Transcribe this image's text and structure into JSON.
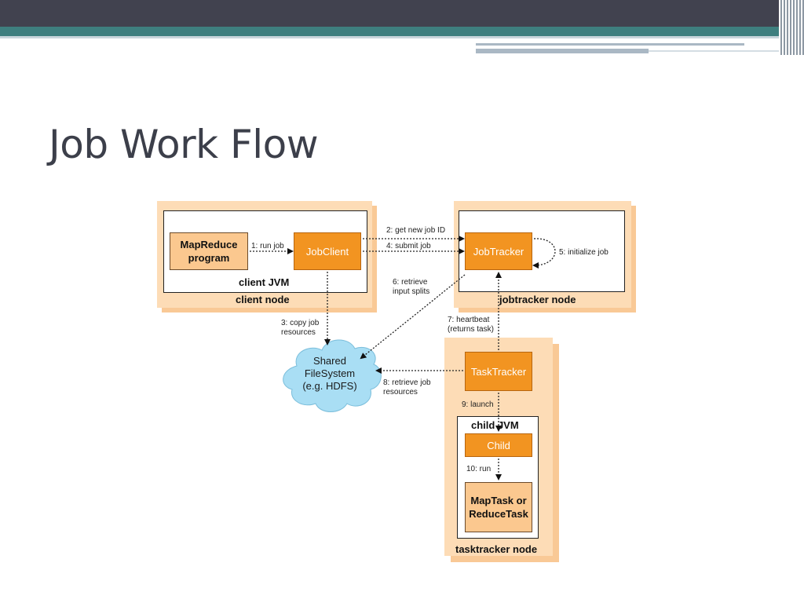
{
  "slide": {
    "title": "Job Work Flow"
  },
  "colors": {
    "header_dark": "#41424f",
    "header_teal": "#3e7f7f",
    "node_fill": "#fddcb6",
    "component_orange": "#f29421",
    "task_fill": "#fbc88f",
    "cloud_fill": "#a9def4"
  },
  "diagram": {
    "client_node": {
      "label": "client node",
      "jvm_label": "client JVM",
      "mapreduce_program": "MapReduce program",
      "jobclient": "JobClient"
    },
    "jobtracker_node": {
      "label": "jobtracker node",
      "jobtracker": "JobTracker"
    },
    "tasktracker_node": {
      "label": "tasktracker node",
      "tasktracker": "TaskTracker",
      "jvm_label": "child JVM",
      "child": "Child",
      "task": "MapTask or ReduceTask"
    },
    "shared_fs": {
      "line1": "Shared",
      "line2": "FileSystem",
      "line3": "(e.g. HDFS)"
    },
    "steps": {
      "s1": "1: run job",
      "s2": "2: get new job ID",
      "s4": "4: submit job",
      "s5": "5: initialize job",
      "s6a": "6: retrieve",
      "s6b": "input splits",
      "s3a": "3: copy job",
      "s3b": "resources",
      "s7a": "7: heartbeat",
      "s7b": "(returns task)",
      "s8a": "8: retrieve job",
      "s8b": "resources",
      "s9": "9: launch",
      "s10": "10: run"
    }
  }
}
